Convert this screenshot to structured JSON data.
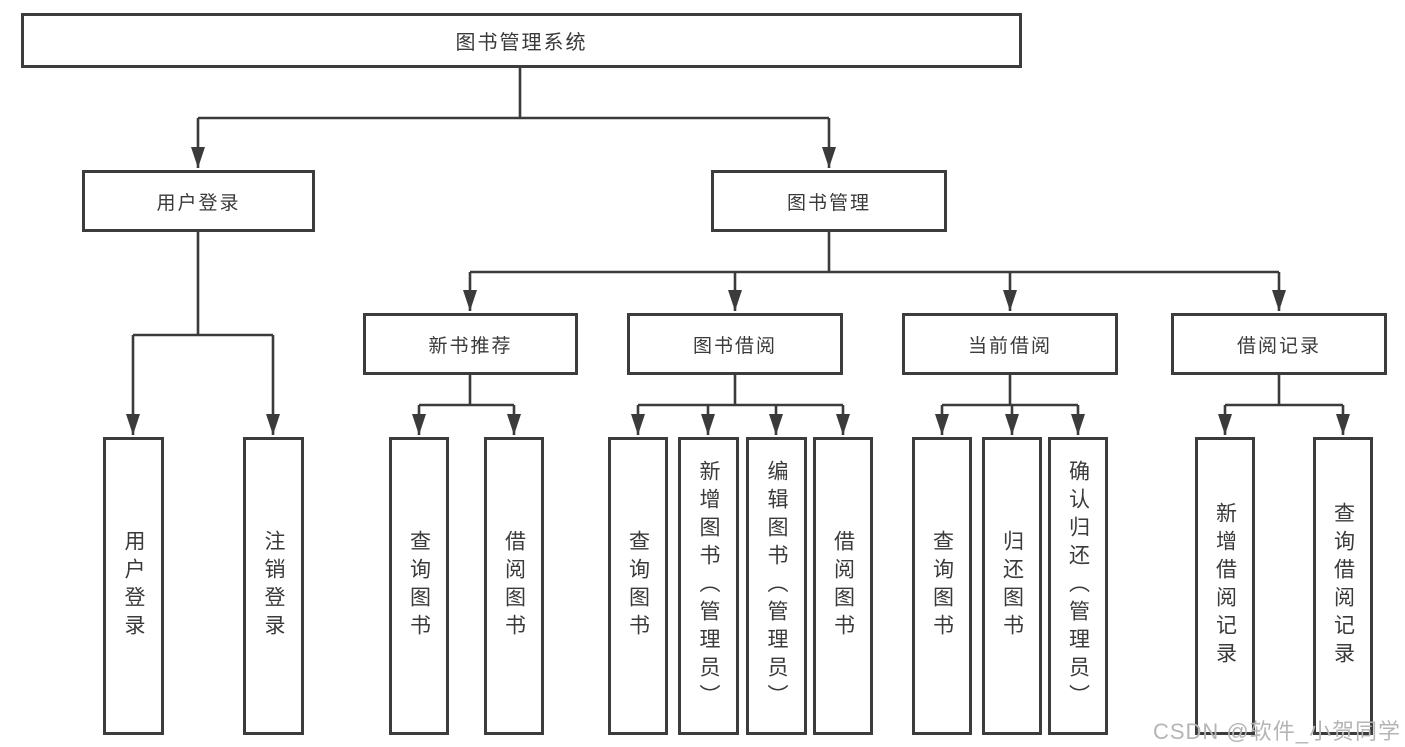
{
  "diagram": {
    "root": "图书管理系统",
    "branches": [
      {
        "label": "用户登录",
        "children": [
          "用户登录",
          "注销登录"
        ]
      },
      {
        "label": "图书管理",
        "sections": [
          {
            "label": "新书推荐",
            "children": [
              "查询图书",
              "借阅图书"
            ]
          },
          {
            "label": "图书借阅",
            "children": [
              "查询图书",
              "新增图书（管理员）",
              "编辑图书（管理员）",
              "借阅图书"
            ]
          },
          {
            "label": "当前借阅",
            "children": [
              "查询图书",
              "归还图书",
              "确认归还（管理员）"
            ]
          },
          {
            "label": "借阅记录",
            "children": [
              "新增借阅记录",
              "查询借阅记录"
            ]
          }
        ]
      }
    ]
  },
  "watermark": "CSDN @软件_小贺同学",
  "colors": {
    "line": "#3b3b3b",
    "border": "#3c3c3c",
    "text": "#3a3a3a",
    "watermark": "#b5b5b5",
    "background": "#ffffff"
  }
}
